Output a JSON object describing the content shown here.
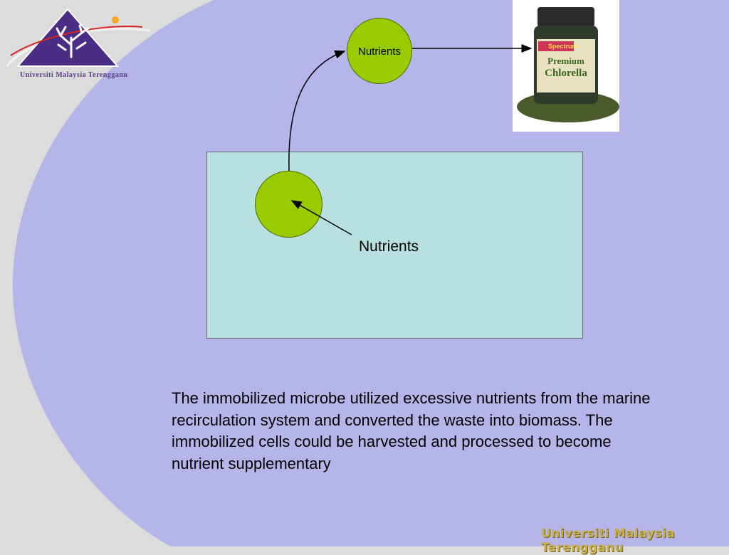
{
  "logo": {
    "university_name": "Universiti Malaysia Terengganu"
  },
  "diagram": {
    "top_circle_label": "Nutrients",
    "tank_label": "Nutrients"
  },
  "product": {
    "brand": "Spectrum",
    "line1": "Premium",
    "line2": "Chlorella"
  },
  "caption": "The immobilized microbe utilized excessive nutrients from the marine recirculation system and converted the waste into biomass. The immobilized cells could be harvested and processed to become nutrient supplementary",
  "footer": "Universiti Malaysia Terengganu",
  "colors": {
    "background_lavender": "#b6b5ea",
    "margin_gray": "#dcdcdc",
    "tank_fill": "#b8e0e0",
    "circle_fill": "#99cc00"
  }
}
